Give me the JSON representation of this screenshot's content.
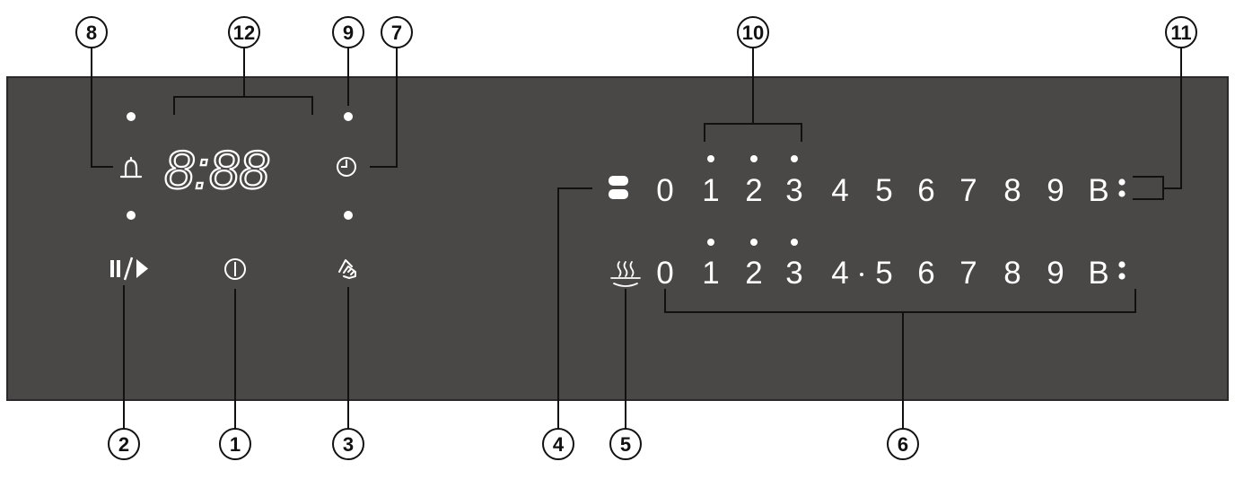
{
  "colors": {
    "panel": "#4a4747",
    "panel_border": "#2a2828",
    "foreground": "#ffffff",
    "callout": "#111111",
    "background": "#ffffff"
  },
  "display": {
    "text": "8:88"
  },
  "icons": {
    "timer": "bell-icon",
    "start_pause": "pause-play-icon",
    "power": "power-icon",
    "clock": "clock-icon",
    "child_lock": "hand-lock-icon",
    "zone_select": "zone-select-icon",
    "keep_warm": "keep-warm-icon"
  },
  "upper_scale": {
    "digits": [
      "0",
      "1",
      "2",
      "3",
      "4",
      "5",
      "6",
      "7",
      "8",
      "9"
    ],
    "boost": "B",
    "dotted": [
      "1",
      "2",
      "3"
    ]
  },
  "lower_scale": {
    "digits": [
      "0",
      "1",
      "2",
      "3",
      "4",
      "5",
      "6",
      "7",
      "8",
      "9"
    ],
    "boost": "B",
    "dotted": [
      "1",
      "2",
      "3"
    ]
  },
  "callouts": [
    "1",
    "2",
    "3",
    "4",
    "5",
    "6",
    "7",
    "8",
    "9",
    "10",
    "11",
    "12"
  ]
}
